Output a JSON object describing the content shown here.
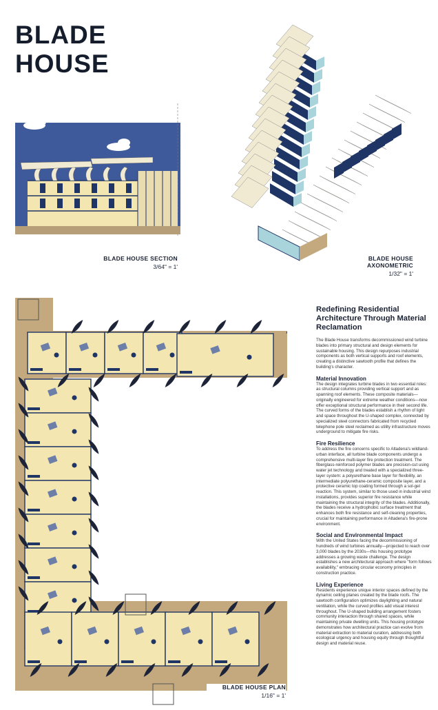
{
  "title": [
    "BLADE",
    "HOUSE"
  ],
  "drawings": {
    "section": {
      "name": "BLADE HOUSE SECTION",
      "scale": "3/64\" = 1'"
    },
    "axonometric": {
      "name": "BLADE HOUSE AXONOMETRIC",
      "scale": "1/32\" = 1'"
    },
    "plan": {
      "name": "BLADE HOUSE PLAN",
      "scale": "1/16\" = 1'"
    }
  },
  "article": {
    "heading": "Redefining Residential Architecture Through Material Reclamation",
    "intro": "The Blade House transforms decommissioned wind turbine blades into primary structural and design elements for sustainable housing. This design repurposes industrial components as both vertical supports and roof elements, creating a distinctive sawtooth profile that defines the building's character.",
    "sections": [
      {
        "title": "Material Innovation",
        "body": "The design integrates turbine blades in two essential roles: as structural columns providing vertical support and as spanning roof elements. These composite materials—originally engineered for extreme weather conditions—now offer exceptional structural performance in their second life. The curved forms of the blades establish a rhythm of light and space throughout the U-shaped complex, connected by specialized steel connectors fabricated from recycled telephone pole steel reclaimed as utility infrastructure moves underground to mitigate fire risks."
      },
      {
        "title": "Fire Resilience",
        "body": "To address the fire concerns specific to Altadena's wildland-urban interface, all turbine blade components undergo a comprehensive multi-layer fire protection treatment. The fiberglass-reinforced polymer blades are precision-cut using water jet technology and treated with a specialized three-layer system: a polyurethane base layer for flexibility, an intermediate polyurethane-ceramic composite layer, and a protective ceramic top coating formed through a sol-gel reaction. This system, similar to those used in industrial wind installations, provides superior fire resistance while maintaining the structural integrity of the blades. Additionally, the blades receive a hydrophobic surface treatment that enhances both fire resistance and self-cleaning properties, crucial for maintaining performance in Altadena's fire-prone environment."
      },
      {
        "title": "Social and Environmental Impact",
        "body": "With the United States facing the decommissioning of hundreds of wind turbines annually—projected to reach over 3,000 blades by the 2030s—this housing prototype addresses a growing waste challenge. The design establishes a new architectural approach where \"form follows availability,\" embracing circular economy principles in construction practice."
      },
      {
        "title": "Living Experience",
        "body": "Residents experience unique interior spaces defined by the dynamic ceiling planes created by the blade roofs. The sawtooth configuration optimizes daylighting and natural ventilation, while the curved profiles add visual interest throughout. The U-shaped building arrangement fosters community interaction through shared spaces, while maintaining private dwelling units. This housing prototype demonstrates how architectural practice can evolve from material extraction to material curation, addressing both ecological urgency and housing equity through thoughtful design and material reuse."
      }
    ]
  },
  "colors": {
    "sky": "#3f5a9a",
    "ground": "#b59e78",
    "blade": "#f1ead2",
    "navy": "#1f3566",
    "room": "#f3e6b0",
    "deck": "#c4a97f",
    "glass": "#a9d4dc"
  }
}
